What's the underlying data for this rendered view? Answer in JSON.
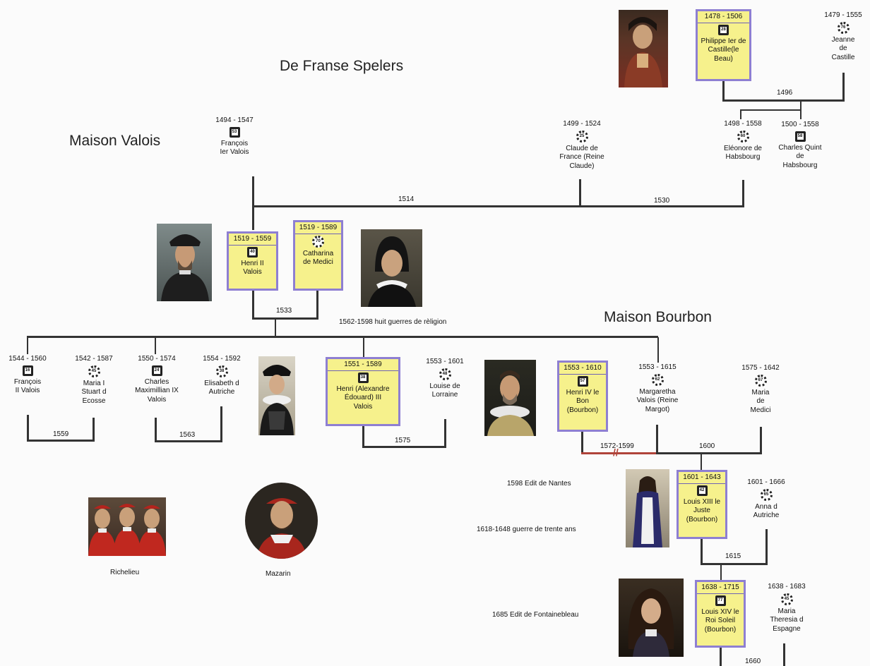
{
  "titles": {
    "main": "De Franse Spelers",
    "valois": "Maison Valois",
    "bourbon": "Maison Bourbon"
  },
  "people": {
    "philippe": {
      "years": "1478 - 1506",
      "age": "28",
      "name": "Philippe Ier de Castille(le Beau)"
    },
    "jeanne": {
      "years": "1479 - 1555",
      "age": "76",
      "name": "Jeanne de Castille"
    },
    "francois1": {
      "years": "1494 - 1547",
      "age": "53",
      "name": "François Ier Valois"
    },
    "claude": {
      "years": "1499 - 1524",
      "age": "25",
      "name": "Claude de France (Reine Claude)"
    },
    "eleonore": {
      "years": "1498 - 1558",
      "age": "60",
      "name": "Eléonore de Habsbourg"
    },
    "charlesquint": {
      "years": "1500 - 1558",
      "age": "58",
      "name": "Charles Quint de Habsbourg"
    },
    "henri2": {
      "years": "1519 - 1559",
      "age": "40",
      "name": "Henri II Valois"
    },
    "catharina": {
      "years": "1519 - 1589",
      "age": "70",
      "name": "Catharina de Medici"
    },
    "francois2": {
      "years": "1544 - 1560",
      "age": "16",
      "name": "François II Valois"
    },
    "mariastuart": {
      "years": "1542 - 1587",
      "age": "45",
      "name": "Maria I Stuart d Ecosse"
    },
    "charles9": {
      "years": "1550 - 1574",
      "age": "24",
      "name": "Charles Maximillian IX Valois"
    },
    "elisabeth": {
      "years": "1554 - 1592",
      "age": "38",
      "name": "Elisabeth d Autriche"
    },
    "henri3": {
      "years": "1551 - 1589",
      "age": "38",
      "name": "Henri (Alexandre Édouard) III Valois"
    },
    "louise": {
      "years": "1553 - 1601",
      "age": "48",
      "name": "Louise de Lorraine"
    },
    "henri4": {
      "years": "1553 - 1610",
      "age": "57",
      "name": "Henri IV le Bon (Bourbon)"
    },
    "margareth": {
      "years": "1553 - 1615",
      "age": "62",
      "name": "Margaretha Valois (Reine Margot)"
    },
    "mariamedici": {
      "years": "1575 - 1642",
      "age": "67",
      "name": "Maria de Medici"
    },
    "louis13": {
      "years": "1601 - 1643",
      "age": "42",
      "name": "Louis XIII le Juste (Bourbon)"
    },
    "anna": {
      "years": "1601 - 1666",
      "age": "65",
      "name": "Anna d Autriche"
    },
    "louis14": {
      "years": "1638 - 1715",
      "age": "77",
      "name": "Louis XIV le Roi Soleil (Bourbon)"
    },
    "mariatheresia": {
      "years": "1638 - 1683",
      "age": "45",
      "name": "Maria Theresia d Espagne"
    }
  },
  "marriages": {
    "m1496": "1496",
    "m1514": "1514",
    "m1530": "1530",
    "m1533": "1533",
    "m1559": "1559",
    "m1563": "1563",
    "m1575": "1575",
    "m1572": "1572-1599",
    "m1600": "1600",
    "m1615": "1615",
    "m1660": "1660"
  },
  "notes": {
    "religion": "1562-1598 huit guerres de rèligion",
    "nantes": "1598 Edit de Nantes",
    "trente": "1618-1648 guerre de trente ans",
    "fontainebleau": "1685 Edit de Fontainebleau"
  },
  "captions": {
    "richelieu": "Richelieu",
    "mazarin": "Mazarin"
  }
}
